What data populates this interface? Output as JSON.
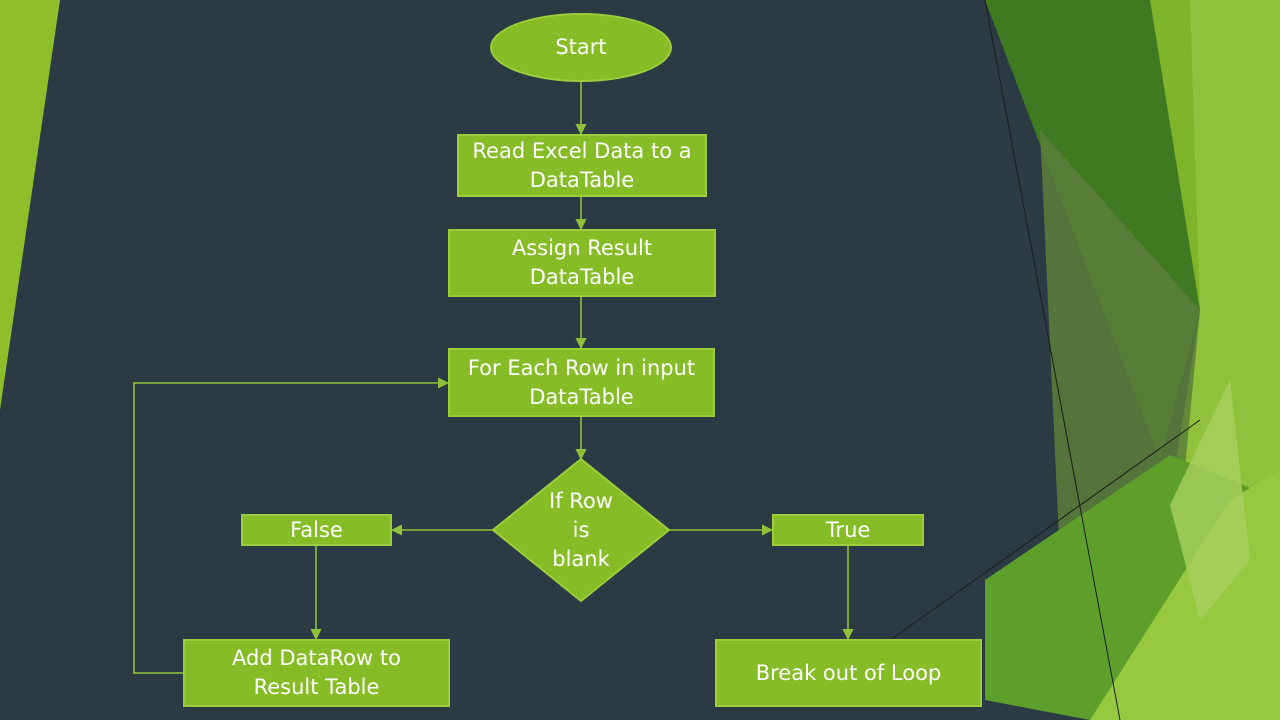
{
  "flowchart": {
    "start": "Start",
    "read_excel": "Read Excel Data to a\nDataTable",
    "assign_result": "Assign Result\nDataTable",
    "for_each": "For Each Row in input\nDataTable",
    "decision": "If Row\nis\nblank",
    "false_label": "False",
    "true_label": "True",
    "add_datarow": "Add DataRow to\nResult Table",
    "break_loop": "Break out of Loop"
  },
  "colors": {
    "background": "#2a3b44",
    "node_fill": "#86bc25",
    "node_border": "#9ccd3c",
    "connector": "#8fc23a",
    "text": "#ffffff"
  }
}
